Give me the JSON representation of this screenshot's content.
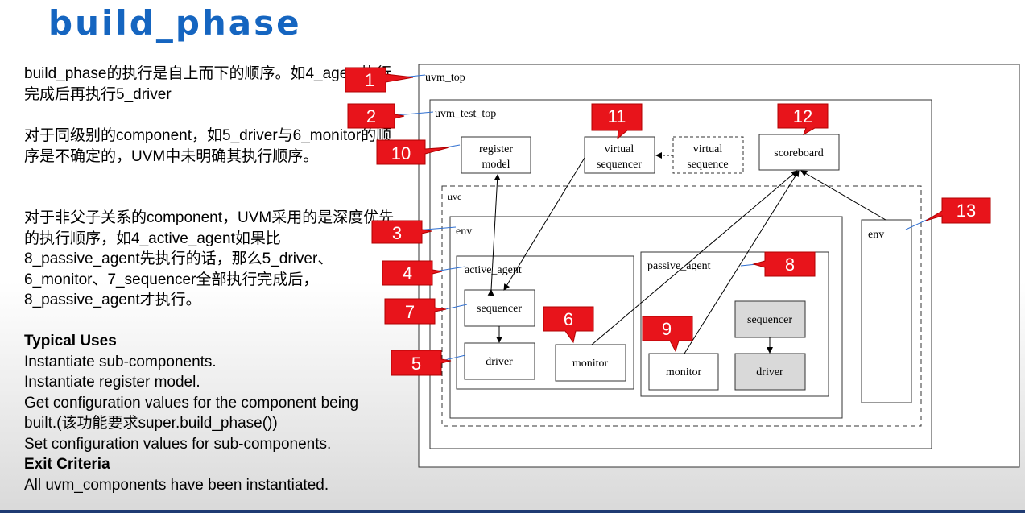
{
  "title": "build_phase",
  "text": {
    "p1": "build_phase的执行是自上而下的顺序。如4_agent执行完成后再执行5_driver",
    "p2": "对于同级别的component，如5_driver与6_monitor的顺序是不确定的，UVM中未明确其执行顺序。",
    "p3": "对于非父子关系的component，UVM采用的是深度优先的执行顺序，如4_active_agent如果比8_passive_agent先执行的话，那么5_driver、6_monitor、7_sequencer全部执行完成后，8_passive_agent才执行。",
    "typical_uses_heading": "Typical Uses",
    "uses": [
      "Instantiate sub-components.",
      "Instantiate register model.",
      "Get configuration values for the component being built.(该功能要求super.build_phase())",
      "Set configuration values for sub-components."
    ],
    "exit_heading": "Exit Criteria",
    "exit_text": "All uvm_components have been instantiated."
  },
  "diagram": {
    "uvm_top": "uvm_top",
    "uvm_test_top": "uvm_test_top",
    "register_model_1": "register",
    "register_model_2": "model",
    "virtual_sequencer_1": "virtual",
    "virtual_sequencer_2": "sequencer",
    "virtual_sequence_1": "virtual",
    "virtual_sequence_2": "sequence",
    "scoreboard": "scoreboard",
    "uvc": "uvc",
    "env": "env",
    "env2": "env",
    "active_agent": "active_agent",
    "passive_agent": "passive_agent",
    "sequencer": "sequencer",
    "driver": "driver",
    "monitor": "monitor",
    "passive_monitor": "monitor",
    "passive_sequencer": "sequencer",
    "passive_driver": "driver"
  },
  "callouts": [
    "1",
    "2",
    "3",
    "4",
    "5",
    "6",
    "7",
    "8",
    "9",
    "10",
    "11",
    "12",
    "13"
  ],
  "colors": {
    "title": "#1565c0",
    "callout": "#e8141b",
    "gray_box": "#d9d9d9"
  }
}
